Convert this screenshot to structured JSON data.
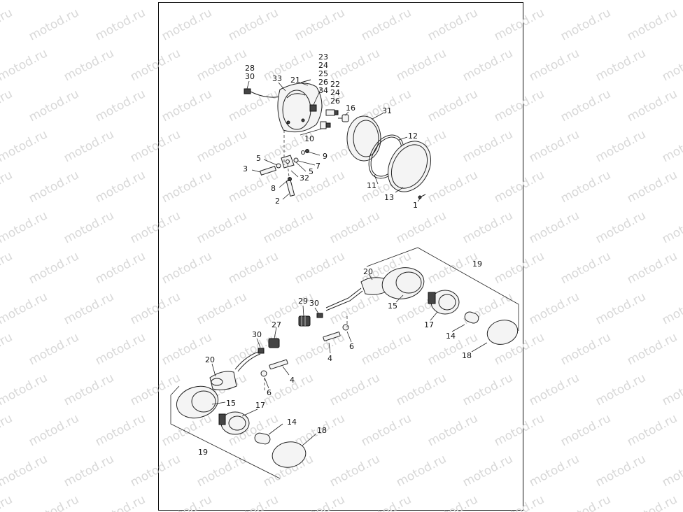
{
  "watermark": "motod.ru",
  "headlamp_labels": {
    "l28": "28",
    "l30": "30",
    "l33": "33",
    "l21": "21",
    "l23": "23",
    "l24a": "24",
    "l25": "25",
    "l26a": "26",
    "l34": "34",
    "l22": "22",
    "l24b": "24",
    "l26b": "26",
    "l16": "16",
    "l31": "31",
    "l12": "12",
    "l10": "10",
    "l9": "9",
    "l7": "7",
    "l5a": "5",
    "l5b": "5",
    "l3": "3",
    "l32": "32",
    "l8": "8",
    "l2": "2",
    "l11": "11",
    "l13": "13",
    "l1": "1"
  },
  "right_signal_labels": {
    "l19": "19",
    "l20": "20",
    "l15": "15",
    "l29": "29",
    "l30": "30",
    "l17": "17",
    "l14": "14",
    "l18": "18",
    "l6": "6",
    "l4": "4"
  },
  "left_signal_labels": {
    "l30": "30",
    "l27": "27",
    "l20": "20",
    "l4": "4",
    "l6": "6",
    "l15": "15",
    "l17": "17",
    "l14": "14",
    "l18": "18",
    "l19": "19"
  }
}
